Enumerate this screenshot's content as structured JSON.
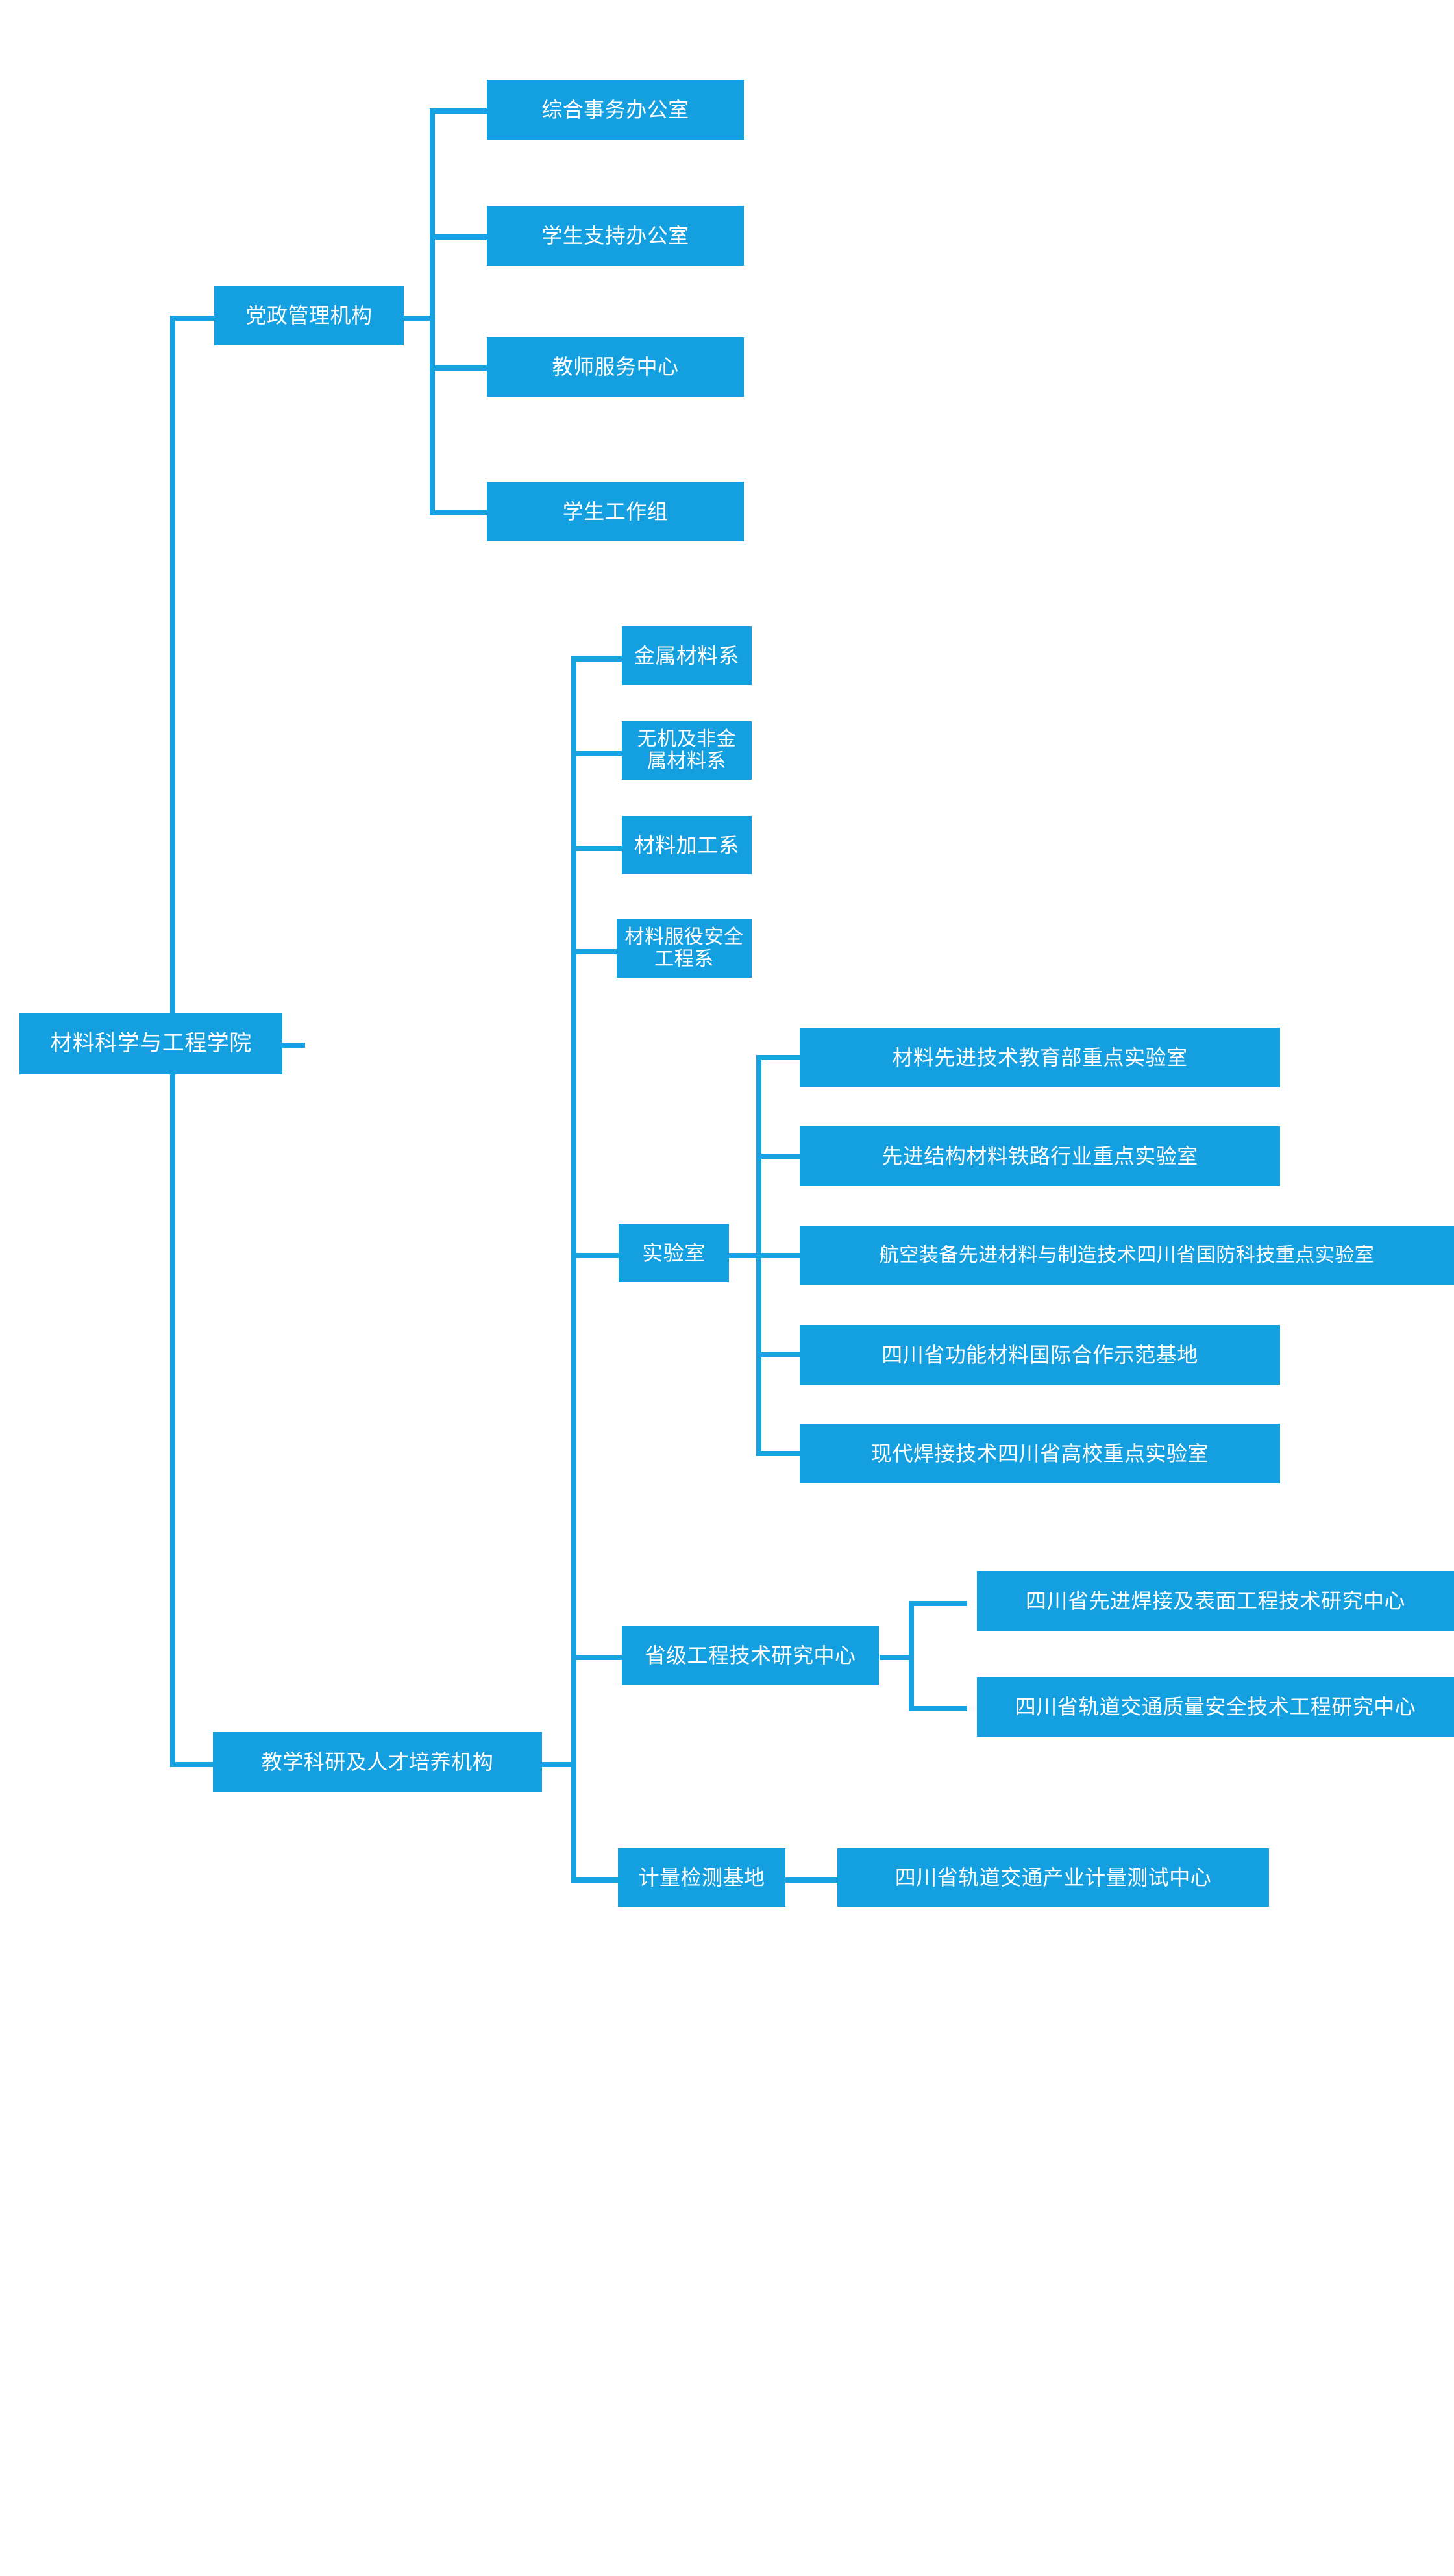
{
  "diagram": {
    "type": "organization-chart",
    "orientation": "left-to-right",
    "accent_color": "#14A0E0",
    "connector_color": "#17A3E2",
    "text_color": "#FFFFFF",
    "background": "#FFFFFF",
    "root": "材料科学与工程学院",
    "branches": [
      {
        "label": "党政管理机构",
        "children": [
          {
            "label": "综合事务办公室"
          },
          {
            "label": "学生支持办公室"
          },
          {
            "label": "教师服务中心"
          },
          {
            "label": "学生工作组"
          }
        ]
      },
      {
        "label": "教学科研及人才培养机构",
        "children": [
          {
            "label": "金属材料系"
          },
          {
            "label": "无机及非金属材料系"
          },
          {
            "label": "材料加工系"
          },
          {
            "label": "材料服役安全工程系"
          },
          {
            "label": "实验室",
            "children": [
              {
                "label": "材料先进技术教育部重点实验室"
              },
              {
                "label": "先进结构材料铁路行业重点实验室"
              },
              {
                "label": "航空装备先进材料与制造技术四川省国防科技重点实验室"
              },
              {
                "label": "四川省功能材料国际合作示范基地"
              },
              {
                "label": "现代焊接技术四川省高校重点实验室"
              }
            ]
          },
          {
            "label": "省级工程技术研究中心",
            "children": [
              {
                "label": "四川省先进焊接及表面工程技术研究中心"
              },
              {
                "label": "四川省轨道交通质量安全技术工程研究中心"
              }
            ]
          },
          {
            "label": "计量检测基地",
            "children": [
              {
                "label": "四川省轨道交通产业计量测试中心"
              }
            ]
          }
        ]
      }
    ]
  },
  "nodes": {
    "root": "材料科学与工程学院",
    "admin": "党政管理机构",
    "admin_1": "综合事务办公室",
    "admin_2": "学生支持办公室",
    "admin_3": "教师服务中心",
    "admin_4": "学生工作组",
    "academic": "教学科研及人才培养机构",
    "dept_1": "金属材料系",
    "dept_2": "无机及非金属材料系",
    "dept_3": "材料加工系",
    "dept_4": "材料服役安全工程系",
    "lab": "实验室",
    "lab_1": "材料先进技术教育部重点实验室",
    "lab_2": "先进结构材料铁路行业重点实验室",
    "lab_3": "航空装备先进材料与制造技术四川省国防科技重点实验室",
    "lab_4": "四川省功能材料国际合作示范基地",
    "lab_5": "现代焊接技术四川省高校重点实验室",
    "erc": "省级工程技术研究中心",
    "erc_1": "四川省先进焊接及表面工程技术研究中心",
    "erc_2": "四川省轨道交通质量安全技术工程研究中心",
    "mtb": "计量检测基地",
    "mtb_1": "四川省轨道交通产业计量测试中心"
  }
}
